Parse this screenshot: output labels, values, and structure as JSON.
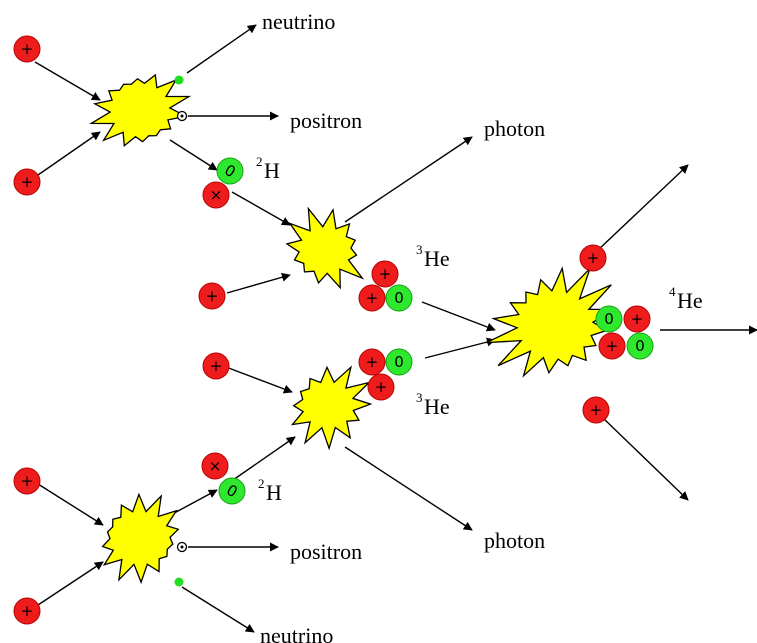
{
  "labels": {
    "neutrino_top": "neutrino",
    "positron_top": "positron",
    "photon_top": "photon",
    "deuterium_top_sup": "2",
    "deuterium_top": "H",
    "he3_top_sup": "3",
    "he3_top": "He",
    "he4_sup": "4",
    "he4": "He",
    "he3_bottom_sup": "3",
    "he3_bottom": "He",
    "deuterium_bottom_sup": "2",
    "deuterium_bottom": "H",
    "positron_bottom": "positron",
    "photon_bottom": "photon",
    "neutrino_bottom": "neutrino"
  },
  "particle_symbols": {
    "proton": "+",
    "neutron": "0",
    "converted_proton": "×"
  },
  "colors": {
    "proton": "#ee1c1c",
    "neutron": "#2ee82e",
    "fusion_flash": "#ffff00",
    "neutrino": "#22dd22"
  }
}
